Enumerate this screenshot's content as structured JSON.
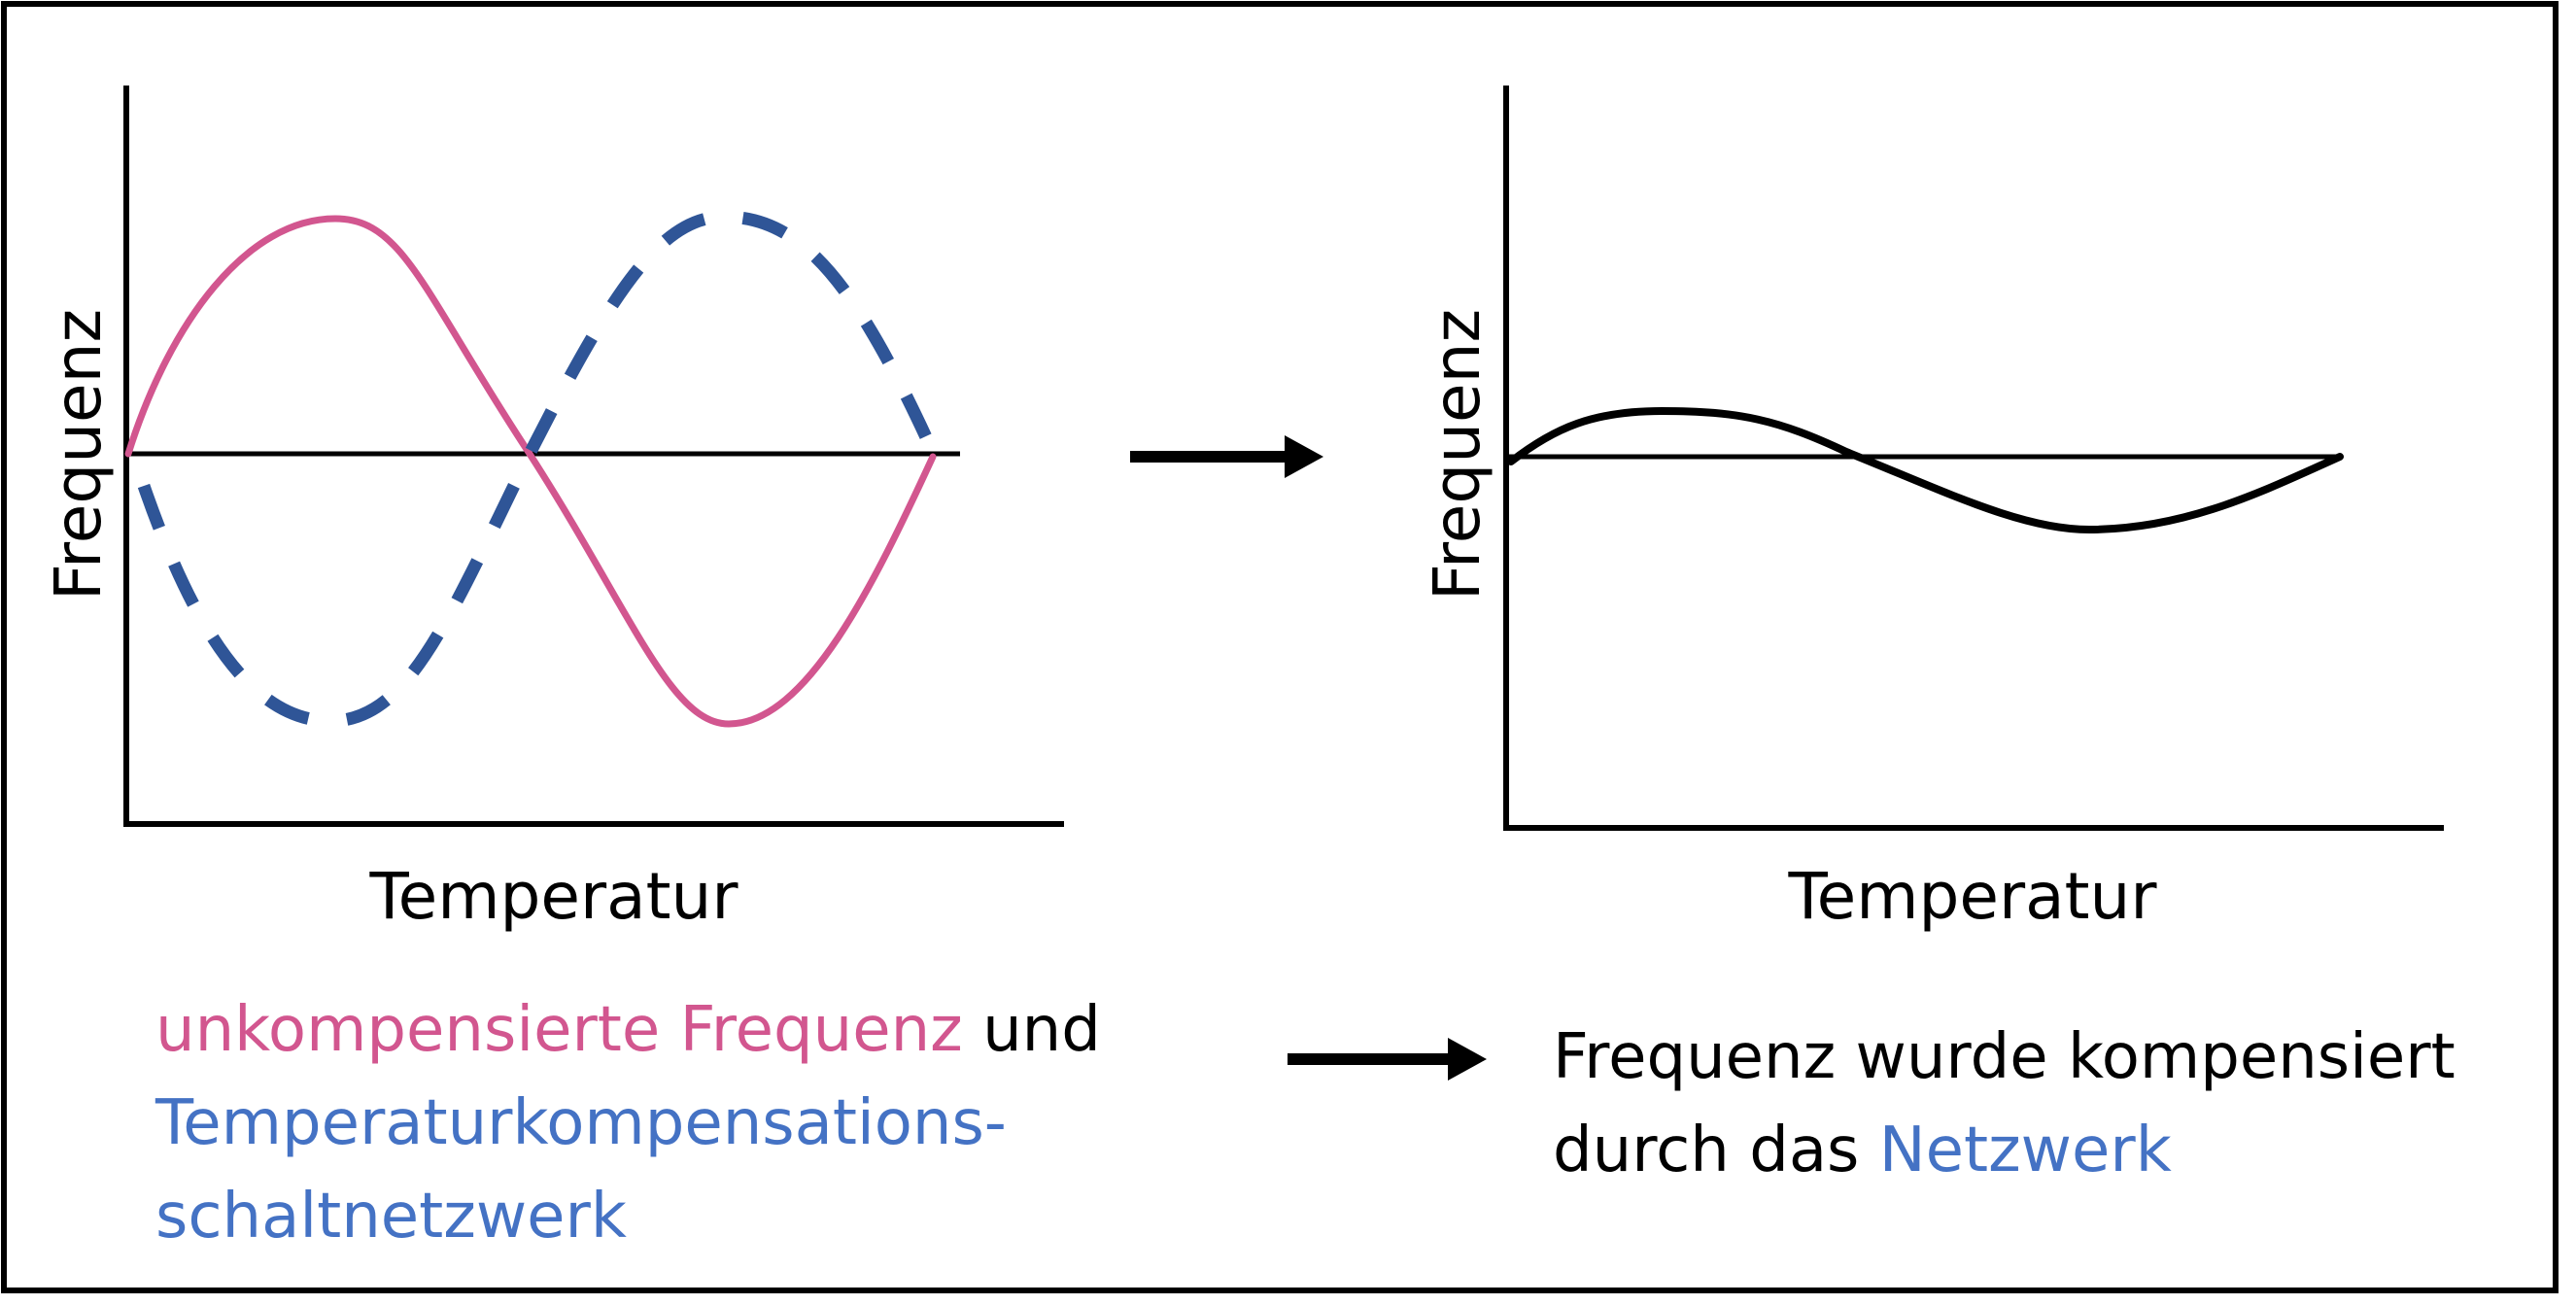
{
  "colors": {
    "frame": "#000000",
    "uncompensated": "#d2568f",
    "compensation_network": "#2f5597",
    "compensation_text": "#4472c4",
    "result": "#000000"
  },
  "left_chart": {
    "xlabel": "Temperatur",
    "ylabel": "Frequenz"
  },
  "right_chart": {
    "xlabel": "Temperatur",
    "ylabel": "Frequenz"
  },
  "captions": {
    "left": {
      "part1": "unkompensierte Frequenz",
      "part2": " und",
      "part3": "Temperaturkompensations-",
      "part4": "schaltnetzwerk"
    },
    "right": {
      "line1": "Frequenz wurde kompensiert",
      "line2_part1": "durch das ",
      "line2_part2": "Netzwerk"
    }
  }
}
